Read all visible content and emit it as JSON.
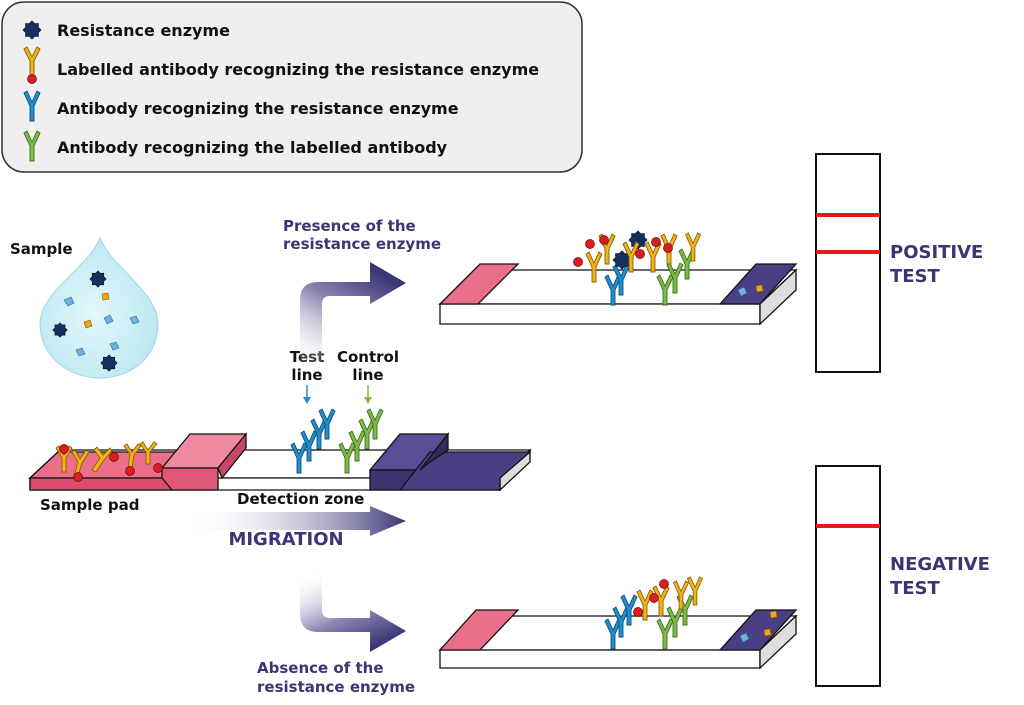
{
  "legend": {
    "items": [
      {
        "icon": "resistance-enzyme-icon",
        "label": "Resistance enzyme"
      },
      {
        "icon": "labelled-antibody-icon",
        "label": "Labelled antibody recognizing the resistance enzyme"
      },
      {
        "icon": "capture-antibody-icon",
        "label": "Antibody recognizing the resistance enzyme"
      },
      {
        "icon": "control-antibody-icon",
        "label": "Antibody recognizing the labelled antibody"
      }
    ]
  },
  "sample": {
    "label": "Sample"
  },
  "test_line": {
    "line1": "Test",
    "line2": "line"
  },
  "control_line": {
    "line1": "Control",
    "line2": "line"
  },
  "sample_pad": {
    "label": "Sample pad"
  },
  "detection_zone": {
    "label": "Detection zone"
  },
  "migration": {
    "label": "MIGRATION"
  },
  "presence": {
    "line1": "Presence of the",
    "line2": "resistance enzyme"
  },
  "absence": {
    "line1": "Absence of the",
    "line2": "resistance enzyme"
  },
  "positive": {
    "line1": "POSITIVE",
    "line2": "TEST"
  },
  "negative": {
    "line1": "NEGATIVE",
    "line2": "TEST"
  },
  "colors": {
    "enzyme": "#14305c",
    "labelled_antibody": "#f2b21b",
    "label_dot": "#d61f1f",
    "capture_antibody": "#1e8fd0",
    "control_antibody": "#7cbc45",
    "sample_pad": "#ec6f8a",
    "absorbent_pad": "#4a3f82",
    "drop": "#c8eef6",
    "result_line": "#e0191b",
    "accent_text": "#3b3575"
  }
}
